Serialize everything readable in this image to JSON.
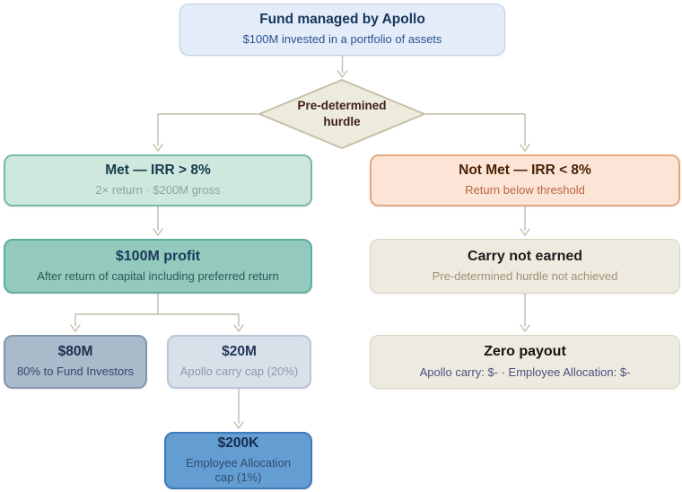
{
  "diagram_title": "Apollo fund carry waterfall decision flowchart",
  "palette": {
    "line": "#c3bcab",
    "fund_bg": "#e3ecf8",
    "fund_border": "#b9cfe8",
    "fund_title": "#17365d",
    "fund_sub": "#2a5491",
    "hurdle_bg": "#edebdc",
    "hurdle_border": "#c6c0a9",
    "hurdle_text": "#3f1e1e",
    "met_bg": "#cfe8de",
    "met_border": "#79b9a9",
    "met_title": "#163a4e",
    "met_sub": "#84a89f",
    "notmet_bg": "#fce5d6",
    "notmet_border": "#e5a87e",
    "notmet_title": "#4a2208",
    "notmet_sub": "#b8663f",
    "profit_bg": "#93cabd",
    "profit_border": "#5fae9c",
    "profit_title": "#1b3a5c",
    "profit_sub": "#2c5a57",
    "m80_bg": "#a9bacb",
    "m80_border": "#8496ab",
    "m80_title": "#202f4e",
    "m80_sub": "#33486b",
    "m20_bg": "#d8e1ea",
    "m20_border": "#b9c7d6",
    "m20_title": "#22365a",
    "m20_sub": "#8d9aa8",
    "k200_bg": "#649dd2",
    "k200_border": "#3d7ab8",
    "k200_title": "#142c4e",
    "k200_sub": "#2e4d71",
    "beige_bg": "#edebdf",
    "beige_border": "#d8d2c0",
    "carry_title": "#1d1d1d",
    "carry_sub": "#a18e77",
    "zero_title": "#141414",
    "zero_sub": "#4f4f82"
  },
  "nodes": {
    "fund": {
      "title": "Fund managed by Apollo",
      "subtitle": "$100M invested in a portfolio of assets"
    },
    "hurdle": {
      "line1": "Pre-determined",
      "line2": "hurdle"
    },
    "met": {
      "title": "Met — IRR > 8%",
      "subtitle": "2× return · $200M gross"
    },
    "not_met": {
      "title": "Not Met — IRR < 8%",
      "subtitle": "Return below threshold"
    },
    "profit": {
      "title": "$100M profit",
      "subtitle": "After return of capital including preferred return"
    },
    "investors": {
      "title": "$80M",
      "subtitle": "80% to Fund Investors"
    },
    "carry_cap": {
      "title": "$20M",
      "subtitle": "Apollo carry cap (20%)"
    },
    "employee_cap": {
      "title": "$200K",
      "subtitle": "Employee Allocation cap (1%)"
    },
    "carry_not_earned": {
      "title": "Carry not earned",
      "subtitle": "Pre-determined hurdle not achieved"
    },
    "zero_payout": {
      "title": "Zero payout",
      "subtitle": "Apollo carry: $- · Employee Allocation: $-"
    }
  }
}
